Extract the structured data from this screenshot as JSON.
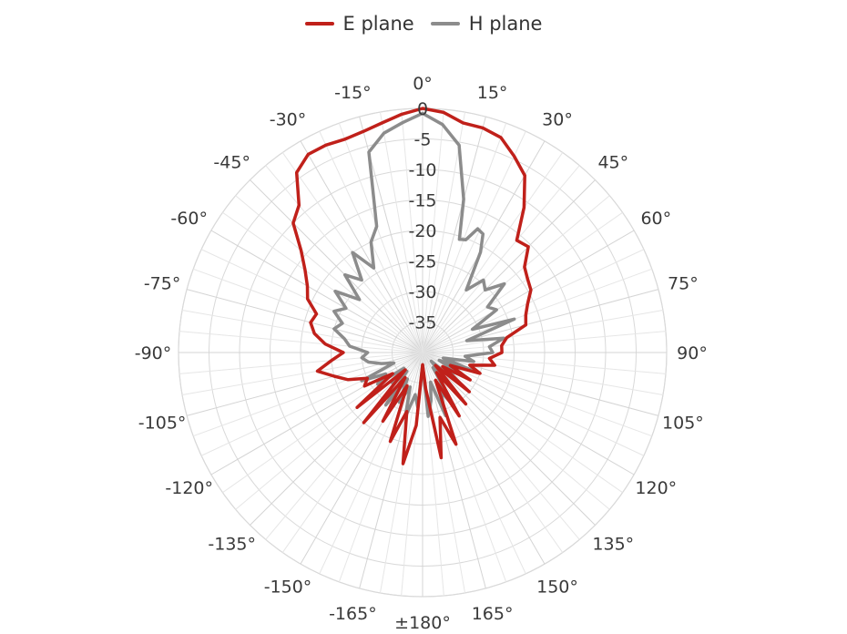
{
  "chart_data": {
    "type": "line",
    "subtype": "polar",
    "title": "",
    "angle_tick_labels": [
      "0°",
      "15°",
      "30°",
      "45°",
      "60°",
      "75°",
      "90°",
      "105°",
      "120°",
      "135°",
      "150°",
      "165°",
      "±180°",
      "-165°",
      "-150°",
      "-135°",
      "-120°",
      "-105°",
      "-90°",
      "-75°",
      "-60°",
      "-45°",
      "-30°",
      "-15°"
    ],
    "angle_tick_values": [
      0,
      15,
      30,
      45,
      60,
      75,
      90,
      105,
      120,
      135,
      150,
      165,
      180,
      -165,
      -150,
      -135,
      -120,
      -105,
      -90,
      -75,
      -60,
      -45,
      -30,
      -15
    ],
    "radial_tick_labels": [
      "0",
      "-5",
      "-10",
      "-15",
      "-20",
      "-25",
      "-30",
      "-35"
    ],
    "radial_tick_values": [
      0,
      -5,
      -10,
      -15,
      -20,
      -25,
      -30,
      -35
    ],
    "radial_range": [
      -40,
      0
    ],
    "angle_grid_step": 5,
    "grid": true,
    "legend_position": "top-center",
    "series": [
      {
        "name": "E plane",
        "color": "#c0201a",
        "points": [
          [
            0,
            0
          ],
          [
            5,
            -0.5
          ],
          [
            10,
            -1.8
          ],
          [
            15,
            -1.9
          ],
          [
            20,
            -2.5
          ],
          [
            25,
            -4.5
          ],
          [
            30,
            -6.5
          ],
          [
            35,
            -11
          ],
          [
            40,
            -16
          ],
          [
            45,
            -15.5
          ],
          [
            50,
            -18.2
          ],
          [
            55,
            -19
          ],
          [
            60,
            -19.5
          ],
          [
            65,
            -21
          ],
          [
            70,
            -22
          ],
          [
            75,
            -22.5
          ],
          [
            80,
            -26
          ],
          [
            85,
            -27
          ],
          [
            90,
            -27
          ],
          [
            95,
            -29
          ],
          [
            100,
            -28
          ],
          [
            105,
            -32
          ],
          [
            110,
            -30
          ],
          [
            115,
            -35
          ],
          [
            120,
            -31
          ],
          [
            125,
            -36
          ],
          [
            130,
            -30
          ],
          [
            135,
            -37
          ],
          [
            140,
            -29
          ],
          [
            145,
            -36
          ],
          [
            150,
            -28
          ],
          [
            155,
            -35
          ],
          [
            160,
            -24
          ],
          [
            165,
            -29
          ],
          [
            170,
            -22.5
          ],
          [
            175,
            -34
          ],
          [
            180,
            -38
          ],
          [
            -175,
            -28
          ],
          [
            -170,
            -21.5
          ],
          [
            -165,
            -30
          ],
          [
            -160,
            -24.5
          ],
          [
            -155,
            -34
          ],
          [
            -150,
            -27
          ],
          [
            -145,
            -35
          ],
          [
            -140,
            -25
          ],
          [
            -135,
            -36
          ],
          [
            -130,
            -26
          ],
          [
            -125,
            -34
          ],
          [
            -120,
            -29
          ],
          [
            -115,
            -30
          ],
          [
            -110,
            -27
          ],
          [
            -105,
            -25
          ],
          [
            -100,
            -22.5
          ],
          [
            -95,
            -25
          ],
          [
            -90,
            -27
          ],
          [
            -85,
            -24
          ],
          [
            -80,
            -22
          ],
          [
            -75,
            -21
          ],
          [
            -70,
            -21.5
          ],
          [
            -65,
            -19.2
          ],
          [
            -60,
            -18.2
          ],
          [
            -55,
            -16.5
          ],
          [
            -50,
            -14
          ],
          [
            -45,
            -10
          ],
          [
            -40,
            -8.5
          ],
          [
            -35,
            -4
          ],
          [
            -30,
            -2.5
          ],
          [
            -25,
            -2.5
          ],
          [
            -20,
            -2.8
          ],
          [
            -15,
            -2.5
          ],
          [
            -10,
            -1.8
          ],
          [
            -5,
            -0.8
          ]
        ]
      },
      {
        "name": "H plane",
        "color": "#8c8c8c",
        "points": [
          [
            0,
            -0.8
          ],
          [
            5,
            -2.5
          ],
          [
            10,
            -5.5
          ],
          [
            15,
            -14
          ],
          [
            18,
            -20.5
          ],
          [
            21,
            -20.2
          ],
          [
            24,
            -17.8
          ],
          [
            27,
            -18.2
          ],
          [
            30,
            -21
          ],
          [
            35,
            -27.5
          ],
          [
            40,
            -24.5
          ],
          [
            45,
            -25.5
          ],
          [
            50,
            -22.5
          ],
          [
            55,
            -27
          ],
          [
            60,
            -26
          ],
          [
            65,
            -31
          ],
          [
            70,
            -24
          ],
          [
            75,
            -32.5
          ],
          [
            80,
            -26.5
          ],
          [
            85,
            -29
          ],
          [
            90,
            -28.5
          ],
          [
            95,
            -33
          ],
          [
            100,
            -31.5
          ],
          [
            105,
            -36.5
          ],
          [
            110,
            -30.5
          ],
          [
            115,
            -37
          ],
          [
            120,
            -32.5
          ],
          [
            125,
            -35
          ],
          [
            130,
            -31
          ],
          [
            135,
            -38
          ],
          [
            140,
            -33
          ],
          [
            145,
            -37
          ],
          [
            150,
            -30
          ],
          [
            155,
            -33
          ],
          [
            160,
            -29
          ],
          [
            165,
            -35
          ],
          [
            170,
            -32
          ],
          [
            175,
            -29.5
          ],
          [
            180,
            -38
          ],
          [
            -175,
            -31
          ],
          [
            -170,
            -33
          ],
          [
            -165,
            -29
          ],
          [
            -160,
            -34
          ],
          [
            -155,
            -31
          ],
          [
            -150,
            -35
          ],
          [
            -145,
            -29.5
          ],
          [
            -140,
            -36
          ],
          [
            -135,
            -33
          ],
          [
            -130,
            -36
          ],
          [
            -125,
            -31
          ],
          [
            -120,
            -33
          ],
          [
            -115,
            -29
          ],
          [
            -110,
            -35
          ],
          [
            -105,
            -33
          ],
          [
            -100,
            -31
          ],
          [
            -95,
            -30
          ],
          [
            -90,
            -31
          ],
          [
            -85,
            -28
          ],
          [
            -80,
            -27
          ],
          [
            -75,
            -25
          ],
          [
            -70,
            -26
          ],
          [
            -65,
            -24
          ],
          [
            -60,
            -25.5
          ],
          [
            -55,
            -22.5
          ],
          [
            -50,
            -26.5
          ],
          [
            -45,
            -22
          ],
          [
            -40,
            -24.5
          ],
          [
            -35,
            -20
          ],
          [
            -30,
            -24
          ],
          [
            -25,
            -20
          ],
          [
            -20,
            -18
          ],
          [
            -15,
            -6
          ],
          [
            -10,
            -3.5
          ],
          [
            -5,
            -2.2
          ]
        ]
      }
    ]
  }
}
